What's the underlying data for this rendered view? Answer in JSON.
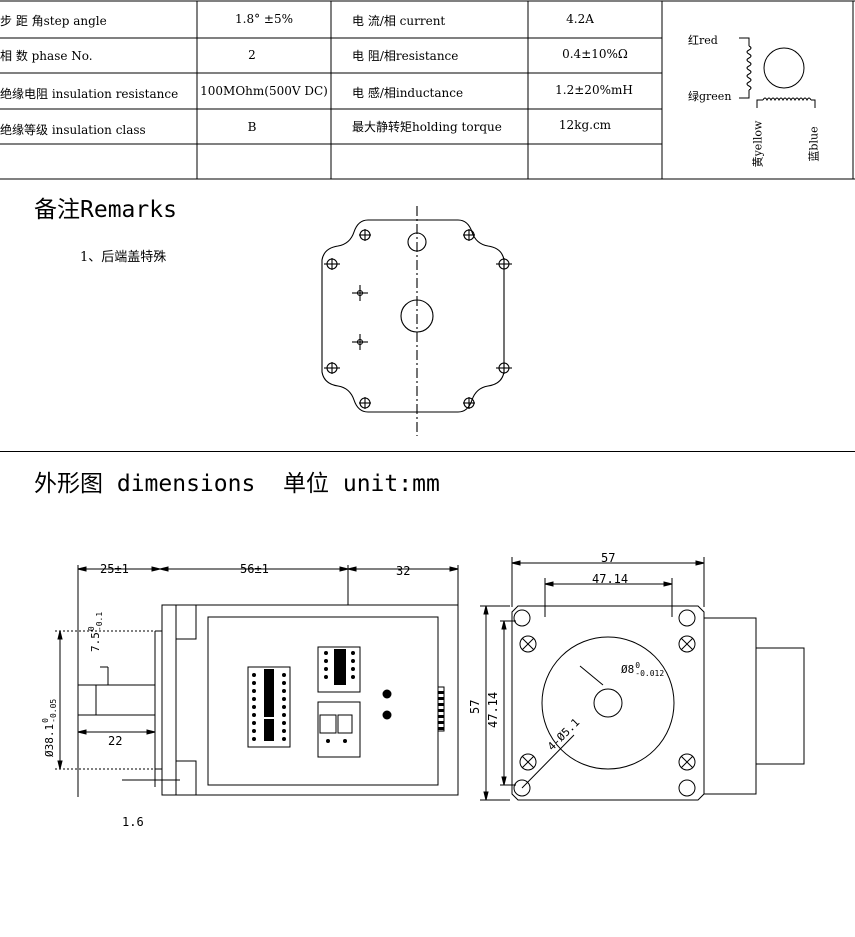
{
  "specs": {
    "rows": [
      {
        "label1": "步 距 角step angle",
        "value1": "1.8° ±5%",
        "label2": "电 流/相 current",
        "value2": "4.2A"
      },
      {
        "label1": "相   数 phase No.",
        "value1": "2",
        "label2": "电 阻/相resistance",
        "value2": "0.4±10%Ω"
      },
      {
        "label1": "绝缘电阻 insulation resistance",
        "value1": "100MOhm(500V DC)",
        "label2": "电 感/相inductance",
        "value2": "1.2±20%mH"
      },
      {
        "label1": "绝缘等级 insulation class",
        "value1": "B",
        "label2": "最大静转矩holding torque",
        "value2": "12kg.cm"
      }
    ]
  },
  "wiring": {
    "red": "红red",
    "green": "绿green",
    "yellow": "黄yellow",
    "blue": "蓝blue"
  },
  "remarks": {
    "title": "备注Remarks",
    "note": "1、后端盖特殊"
  },
  "dimensions": {
    "title": "外形图 dimensions  单位 unit:mm",
    "side": {
      "d_25": "25±1",
      "d_56": "56±1",
      "d_32": "32",
      "d_key": "7.5",
      "d_key_tol_up": "0",
      "d_key_tol_dn": "-0.1",
      "d_boss": "Ø38.1",
      "d_boss_tol_up": "0",
      "d_boss_tol_dn": "-0.05",
      "d_22": "22",
      "d_16": "1.6"
    },
    "front": {
      "d_57_top": "57",
      "d_4714_top": "47.14",
      "d_57_side": "57",
      "d_4714_side": "47.14",
      "d_shaft": "Ø8",
      "d_shaft_tol_up": "0",
      "d_shaft_tol_dn": "-0.012",
      "d_holes": "4-Ø5.1"
    }
  }
}
